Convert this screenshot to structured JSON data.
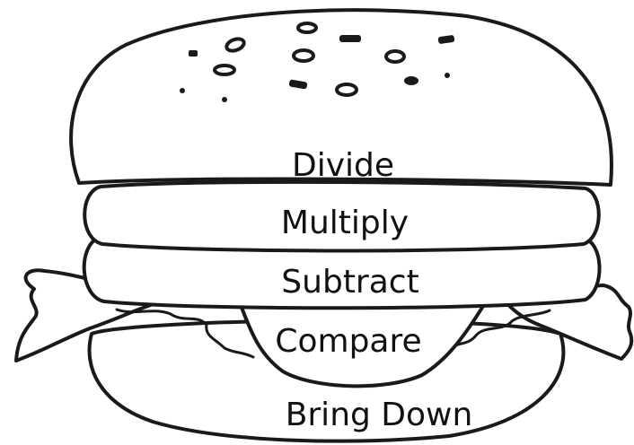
{
  "steps": {
    "divide": "Divide",
    "multiply": "Multiply",
    "subtract": "Subtract",
    "compare": "Compare",
    "bring_down": "Bring Down"
  }
}
